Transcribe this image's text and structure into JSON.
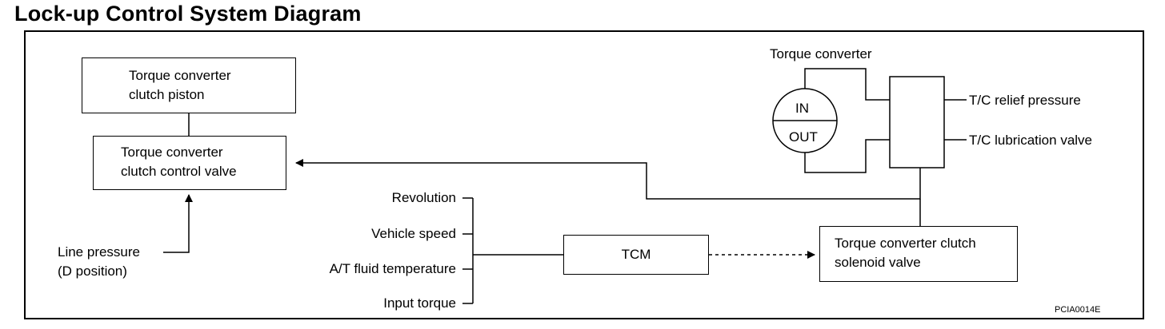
{
  "title": "Lock-up Control System Diagram",
  "blocks": {
    "piston": "Torque converter\nclutch piston",
    "control_valve": "Torque converter\nclutch control valve",
    "tcm": "TCM",
    "solenoid": "Torque converter clutch\nsolenoid valve"
  },
  "torque_converter": {
    "label": "Torque converter",
    "in": "IN",
    "out": "OUT"
  },
  "outputs": {
    "relief": "T/C relief pressure",
    "lubrication": "T/C lubrication valve"
  },
  "line_pressure": "Line pressure\n(D position)",
  "inputs": [
    "Revolution",
    "Vehicle speed",
    "A/T fluid temperature",
    "Input torque"
  ],
  "figure_code": "PCIA0014E"
}
